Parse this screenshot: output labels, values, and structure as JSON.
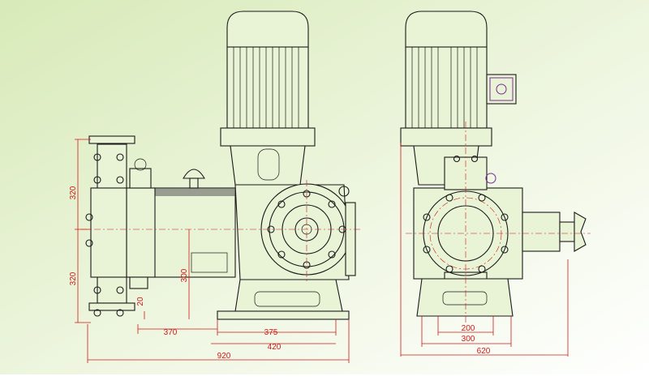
{
  "dimensions": {
    "front": {
      "upper_height": "320",
      "lower_height": "320",
      "base_offset": "20",
      "center_height": "300",
      "left_span": "370",
      "mid_span": "375",
      "base_span": "420",
      "total_length": "920"
    },
    "side": {
      "inner_base": "200",
      "outer_base": "300",
      "total_width": "620"
    }
  },
  "colors": {
    "background_top": "#dcecc0",
    "background_bottom": "#ffffff",
    "dimension": "#d01818",
    "linework": "#1a1a1a",
    "accent": "#7a2a9a"
  }
}
